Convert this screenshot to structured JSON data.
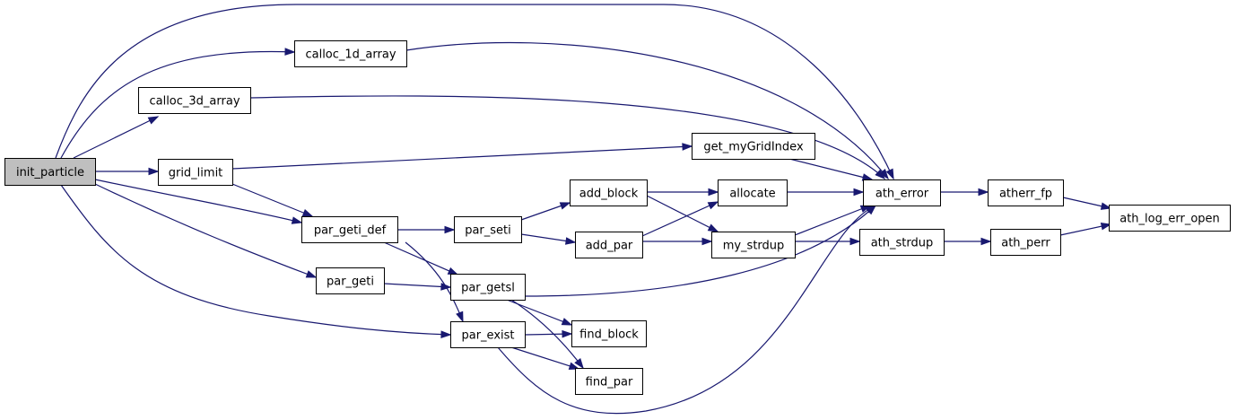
{
  "graph": {
    "nodes": [
      {
        "id": "init_particle",
        "label": "init_particle",
        "root": true
      },
      {
        "id": "calloc_1d_array",
        "label": "calloc_1d_array"
      },
      {
        "id": "calloc_3d_array",
        "label": "calloc_3d_array"
      },
      {
        "id": "grid_limit",
        "label": "grid_limit"
      },
      {
        "id": "par_geti_def",
        "label": "par_geti_def"
      },
      {
        "id": "par_geti",
        "label": "par_geti"
      },
      {
        "id": "par_exist",
        "label": "par_exist"
      },
      {
        "id": "get_myGridIndex",
        "label": "get_myGridIndex"
      },
      {
        "id": "par_seti",
        "label": "par_seti"
      },
      {
        "id": "par_getsl",
        "label": "par_getsl"
      },
      {
        "id": "add_block",
        "label": "add_block"
      },
      {
        "id": "add_par",
        "label": "add_par"
      },
      {
        "id": "find_block",
        "label": "find_block"
      },
      {
        "id": "find_par",
        "label": "find_par"
      },
      {
        "id": "allocate",
        "label": "allocate"
      },
      {
        "id": "my_strdup",
        "label": "my_strdup"
      },
      {
        "id": "ath_error",
        "label": "ath_error"
      },
      {
        "id": "ath_strdup",
        "label": "ath_strdup"
      },
      {
        "id": "atherr_fp",
        "label": "atherr_fp"
      },
      {
        "id": "ath_perr",
        "label": "ath_perr"
      },
      {
        "id": "ath_log_err_open",
        "label": "ath_log_err_open"
      }
    ],
    "edges": [
      {
        "from": "init_particle",
        "to": "ath_error"
      },
      {
        "from": "init_particle",
        "to": "calloc_1d_array"
      },
      {
        "from": "init_particle",
        "to": "calloc_3d_array"
      },
      {
        "from": "init_particle",
        "to": "grid_limit"
      },
      {
        "from": "init_particle",
        "to": "par_geti_def"
      },
      {
        "from": "init_particle",
        "to": "par_geti"
      },
      {
        "from": "init_particle",
        "to": "par_exist"
      },
      {
        "from": "calloc_1d_array",
        "to": "ath_error"
      },
      {
        "from": "calloc_3d_array",
        "to": "ath_error"
      },
      {
        "from": "grid_limit",
        "to": "get_myGridIndex"
      },
      {
        "from": "grid_limit",
        "to": "par_geti_def"
      },
      {
        "from": "get_myGridIndex",
        "to": "ath_error"
      },
      {
        "from": "par_geti_def",
        "to": "par_seti"
      },
      {
        "from": "par_geti_def",
        "to": "par_getsl"
      },
      {
        "from": "par_geti_def",
        "to": "par_exist"
      },
      {
        "from": "par_geti",
        "to": "par_getsl"
      },
      {
        "from": "par_seti",
        "to": "add_block"
      },
      {
        "from": "par_seti",
        "to": "add_par"
      },
      {
        "from": "par_getsl",
        "to": "ath_error"
      },
      {
        "from": "par_getsl",
        "to": "find_block"
      },
      {
        "from": "par_getsl",
        "to": "find_par"
      },
      {
        "from": "par_exist",
        "to": "find_block"
      },
      {
        "from": "par_exist",
        "to": "find_par"
      },
      {
        "from": "par_exist",
        "to": "ath_error"
      },
      {
        "from": "add_block",
        "to": "allocate"
      },
      {
        "from": "add_block",
        "to": "my_strdup"
      },
      {
        "from": "add_par",
        "to": "allocate"
      },
      {
        "from": "add_par",
        "to": "my_strdup"
      },
      {
        "from": "allocate",
        "to": "ath_error"
      },
      {
        "from": "my_strdup",
        "to": "ath_error"
      },
      {
        "from": "my_strdup",
        "to": "ath_strdup"
      },
      {
        "from": "ath_error",
        "to": "atherr_fp"
      },
      {
        "from": "ath_strdup",
        "to": "ath_perr"
      },
      {
        "from": "atherr_fp",
        "to": "ath_log_err_open"
      },
      {
        "from": "ath_perr",
        "to": "ath_log_err_open"
      }
    ]
  }
}
